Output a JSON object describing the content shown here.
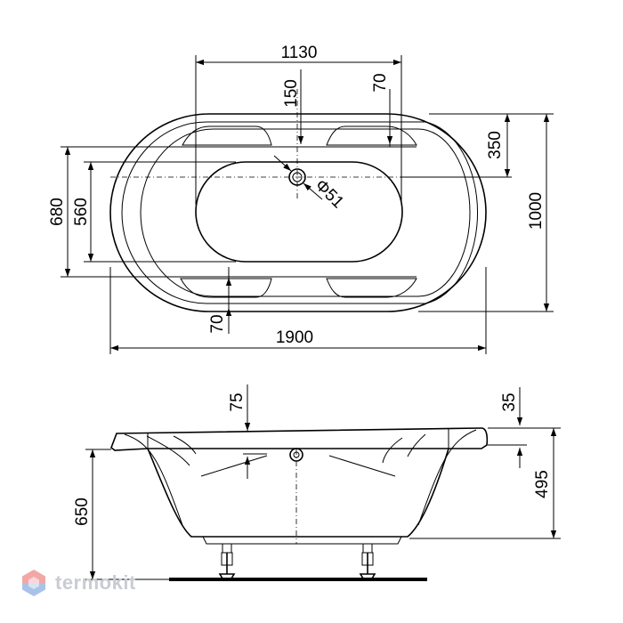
{
  "top_view": {
    "dims": {
      "width_inner": "1130",
      "offset_top": "150",
      "rim_right": "70",
      "drain_right": "350",
      "drain_diameter": "Φ51",
      "height_total": "1000",
      "height_680": "680",
      "height_560": "560",
      "rim_bottom": "70",
      "length_total": "1900"
    }
  },
  "side_view": {
    "dims": {
      "overflow_75": "75",
      "rim_35": "35",
      "depth_495": "495",
      "height_650": "650"
    }
  },
  "watermark": {
    "text": "termokit",
    "logo": "hexagon-logo-icon",
    "colors": {
      "top": "#f2a7a7",
      "bottom": "#a9c3e8"
    }
  }
}
